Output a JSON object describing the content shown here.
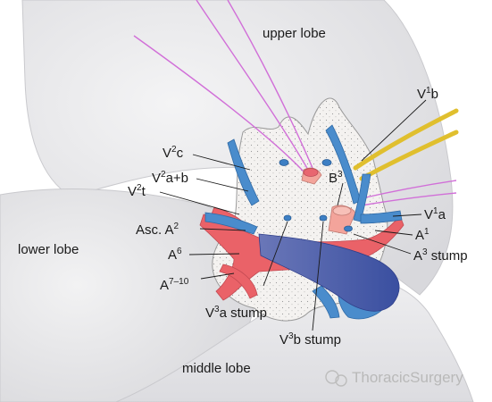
{
  "lobes": {
    "upper": "upper lobe",
    "lower": "lower lobe",
    "middle": "middle lobe"
  },
  "labels": {
    "v1b": {
      "base": "V",
      "sup": "1",
      "rest": "b"
    },
    "v2c": {
      "base": "V",
      "sup": "2",
      "rest": "c"
    },
    "v2ab": {
      "base": "V",
      "sup": "2",
      "rest": "a+b"
    },
    "v2t": {
      "base": "V",
      "sup": "2",
      "rest": "t"
    },
    "b3": {
      "base": "B",
      "sup": "3",
      "rest": ""
    },
    "asc_a2": {
      "base": "Asc. A",
      "sup": "2",
      "rest": ""
    },
    "v1a": {
      "base": "V",
      "sup": "1",
      "rest": "a"
    },
    "a1": {
      "base": "A",
      "sup": "1",
      "rest": ""
    },
    "a6": {
      "base": "A",
      "sup": "6",
      "rest": ""
    },
    "a3_stump": {
      "base": "A",
      "sup": "3",
      "rest": " stump"
    },
    "a7_10": {
      "base": "A",
      "sup": "7–10",
      "rest": ""
    },
    "v3a_stump": {
      "base": "V",
      "sup": "3",
      "rest": "a stump"
    },
    "v3b_stump": {
      "base": "V",
      "sup": "3",
      "rest": "b stump"
    }
  },
  "watermark": "ThoracicSurgery",
  "colors": {
    "vein": "#4a8ccc",
    "artery": "#ea6268",
    "bronchus": "#f3a49b",
    "lung": "#e7e7e9",
    "tissue": "#f4f2f0",
    "clamp": "#f2d94e",
    "thread": "#d16fd8"
  }
}
